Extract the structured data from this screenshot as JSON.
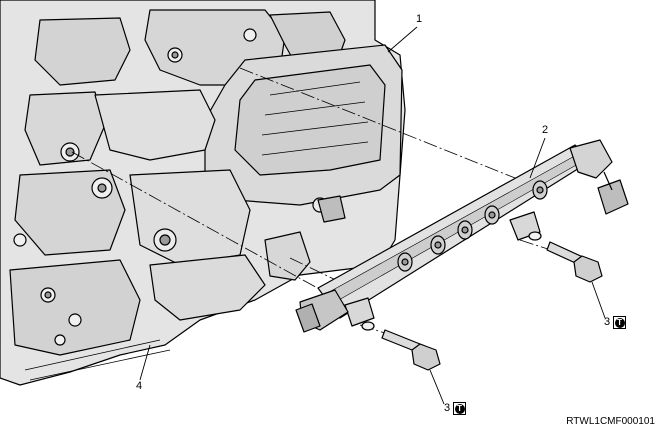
{
  "callouts": {
    "engine_block": "1",
    "common_rail": "2",
    "rail_bolt": "3",
    "cylinder_body": "4"
  },
  "torque_marks": [
    {
      "number": "3",
      "symbol": "T"
    },
    {
      "number": "3",
      "symbol": "T"
    }
  ],
  "figure_code": "RTWL1CMF000101",
  "colors": {
    "part_fill": "#e4e4e4",
    "part_shade": "#c9c9c9",
    "outline": "#000000",
    "background": "#ffffff"
  }
}
